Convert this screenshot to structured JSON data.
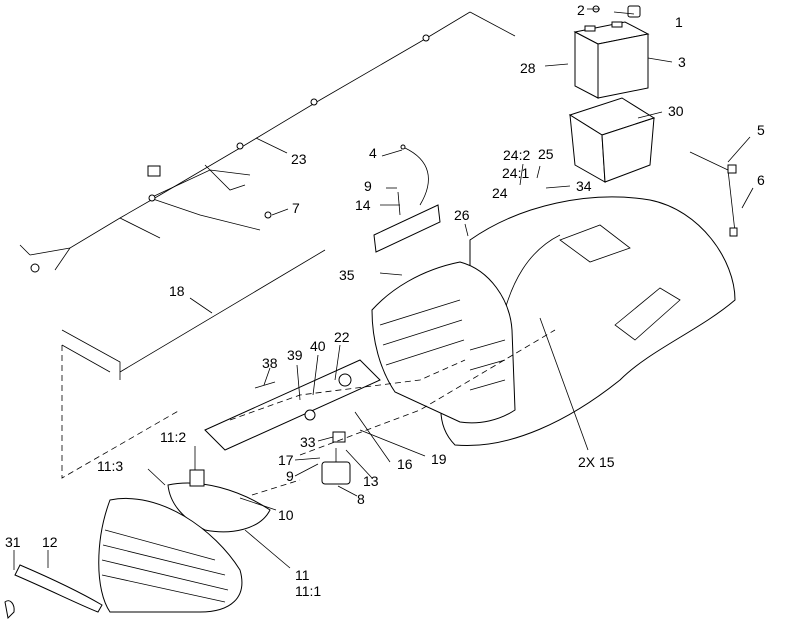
{
  "diagram": {
    "callouts": [
      {
        "id": "c1",
        "text": "1"
      },
      {
        "id": "c2",
        "text": "2"
      },
      {
        "id": "c3",
        "text": "3"
      },
      {
        "id": "c28",
        "text": "28"
      },
      {
        "id": "c30",
        "text": "30"
      },
      {
        "id": "c5",
        "text": "5"
      },
      {
        "id": "c6",
        "text": "6"
      },
      {
        "id": "c4",
        "text": "4"
      },
      {
        "id": "c23",
        "text": "23"
      },
      {
        "id": "c24_2",
        "text": "24:2"
      },
      {
        "id": "c25",
        "text": "25"
      },
      {
        "id": "c24_1",
        "text": "24:1"
      },
      {
        "id": "c34",
        "text": "34"
      },
      {
        "id": "c24",
        "text": "24"
      },
      {
        "id": "c9a",
        "text": "9"
      },
      {
        "id": "c14",
        "text": "14"
      },
      {
        "id": "c7",
        "text": "7"
      },
      {
        "id": "c26",
        "text": "26"
      },
      {
        "id": "c35",
        "text": "35"
      },
      {
        "id": "c18",
        "text": "18"
      },
      {
        "id": "c22",
        "text": "22"
      },
      {
        "id": "c40",
        "text": "40"
      },
      {
        "id": "c39",
        "text": "39"
      },
      {
        "id": "c38",
        "text": "38"
      },
      {
        "id": "c2x15",
        "text": "2X 15"
      },
      {
        "id": "c11_2",
        "text": "11:2"
      },
      {
        "id": "c11_3",
        "text": "11:3"
      },
      {
        "id": "c33",
        "text": "33"
      },
      {
        "id": "c17",
        "text": "17"
      },
      {
        "id": "c9b",
        "text": "9"
      },
      {
        "id": "c16",
        "text": "16"
      },
      {
        "id": "c19",
        "text": "19"
      },
      {
        "id": "c13",
        "text": "13"
      },
      {
        "id": "c8",
        "text": "8"
      },
      {
        "id": "c10",
        "text": "10"
      },
      {
        "id": "c31",
        "text": "31"
      },
      {
        "id": "c12",
        "text": "12"
      },
      {
        "id": "c11",
        "text": "11"
      },
      {
        "id": "c11_1",
        "text": "11:1"
      }
    ]
  }
}
